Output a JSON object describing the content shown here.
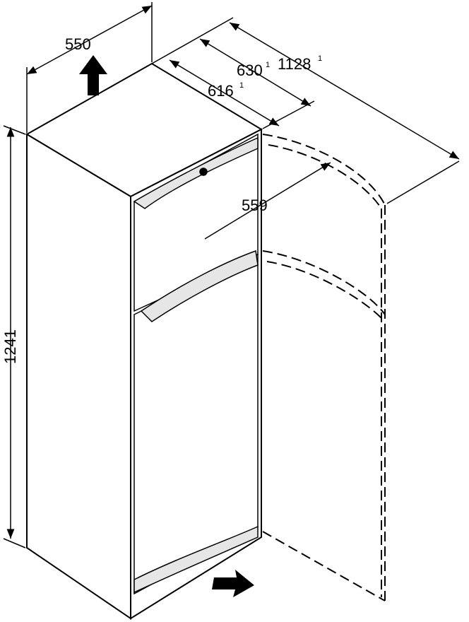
{
  "dimensions": {
    "width": {
      "value": "550",
      "sup": ""
    },
    "depth_door_closed": {
      "value": "630",
      "sup": "1"
    },
    "depth_door_open": {
      "value": "1128",
      "sup": "1"
    },
    "depth_body": {
      "value": "616",
      "sup": "1"
    },
    "door_swing": {
      "value": "559",
      "sup": ""
    },
    "height": {
      "value": "1241",
      "sup": ""
    }
  },
  "colors": {
    "line": "#000000",
    "panel": "#e6e6e6"
  }
}
